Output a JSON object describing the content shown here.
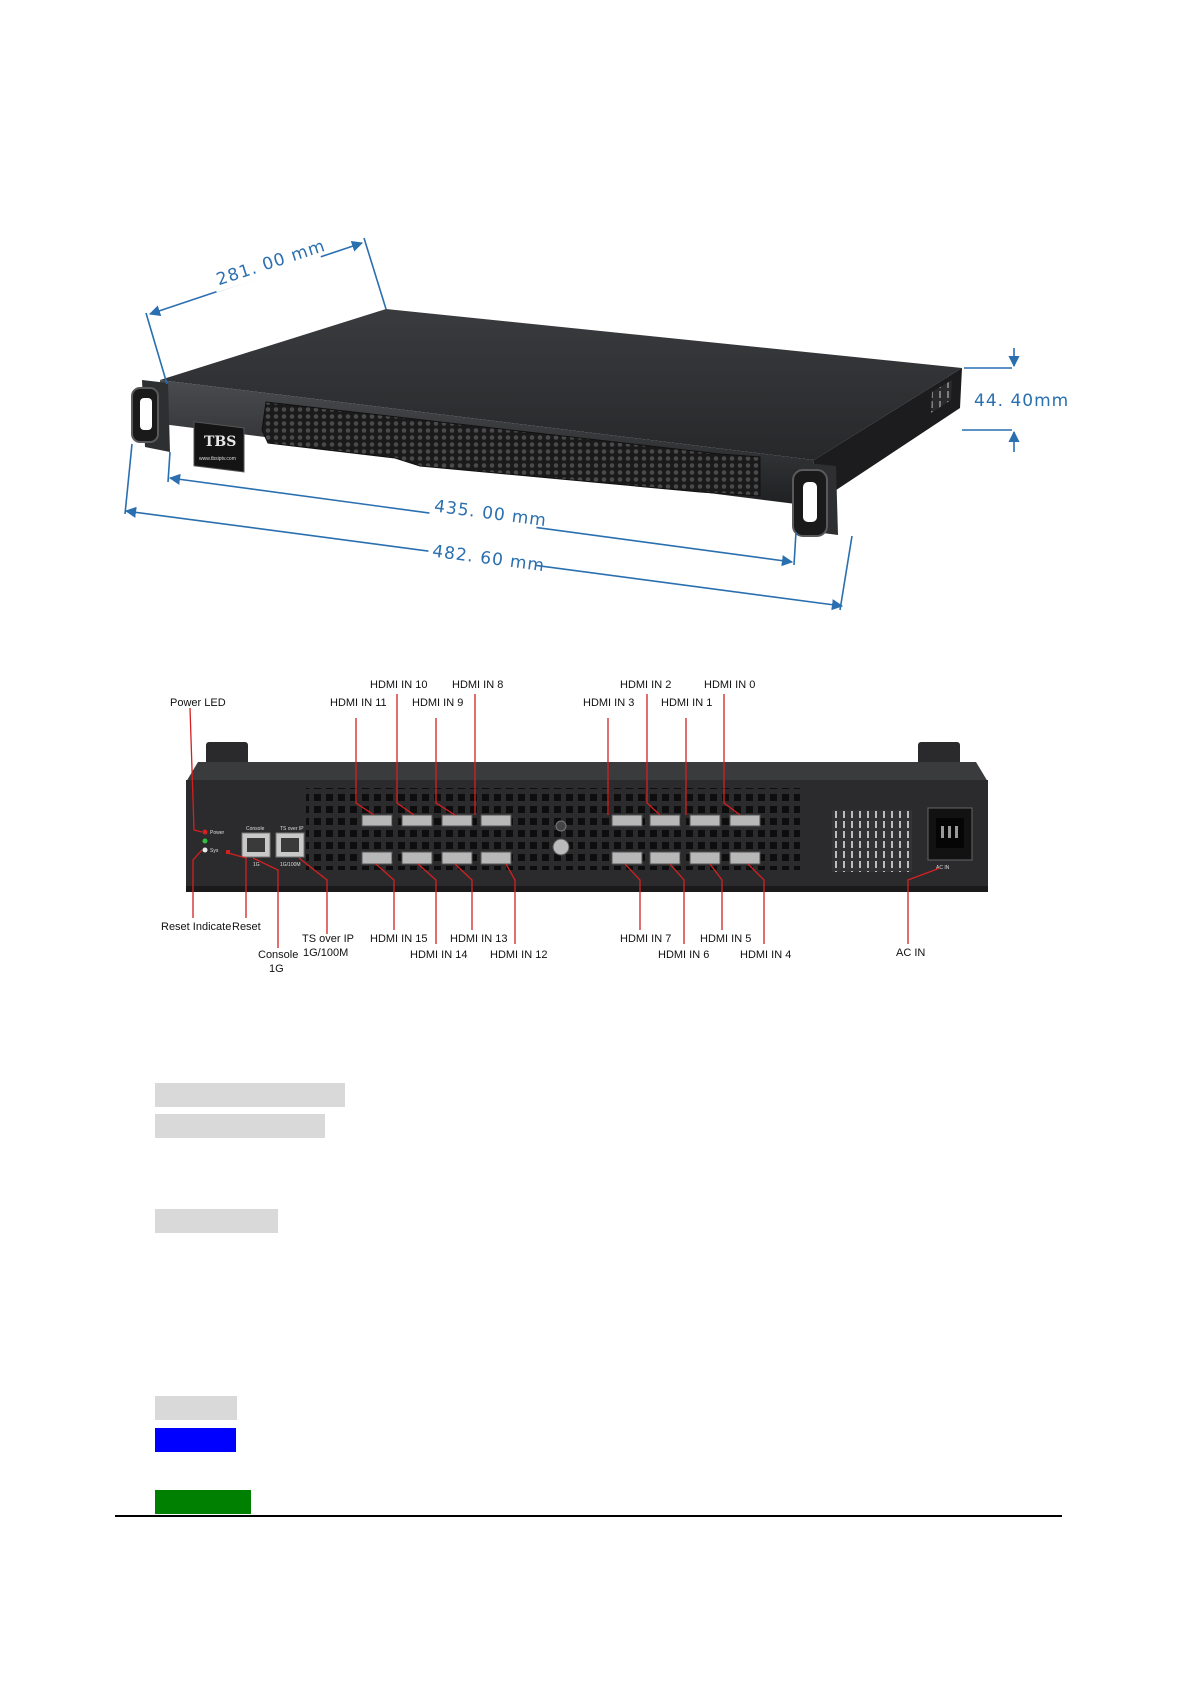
{
  "dimensions": {
    "depth": "281. 00 mm",
    "height": "44. 40mm",
    "width_body": "435. 00 mm",
    "width_total": "482. 60 mm"
  },
  "front_panel": {
    "logo_text": "TBS",
    "url_text": "www.tbsiptv.com"
  },
  "rear_labels": {
    "power_led": "Power LED",
    "reset_indicate": "Reset Indicate",
    "reset": "Reset",
    "console": "Console",
    "console_speed": "1G",
    "ts_over_ip": "TS over IP",
    "ts_speed": "1G/100M",
    "ac_in": "AC IN",
    "hdmi_in_0": "HDMI IN 0",
    "hdmi_in_1": "HDMI IN 1",
    "hdmi_in_2": "HDMI IN 2",
    "hdmi_in_3": "HDMI IN 3",
    "hdmi_in_4": "HDMI IN 4",
    "hdmi_in_5": "HDMI IN 5",
    "hdmi_in_6": "HDMI IN 6",
    "hdmi_in_7": "HDMI IN 7",
    "hdmi_in_8": "HDMI IN 8",
    "hdmi_in_9": "HDMI IN 9",
    "hdmi_in_10": "HDMI IN 10",
    "hdmi_in_11": "HDMI IN 11",
    "hdmi_in_12": "HDMI IN 12",
    "hdmi_in_13": "HDMI IN 13",
    "hdmi_in_14": "HDMI IN 14",
    "hdmi_in_15": "HDMI IN 15"
  },
  "panel_print": {
    "power": "Power",
    "sys": "Sys",
    "console": "Console",
    "ts_over_ip": "TS over IP",
    "console_speed": "1G",
    "ts_speed": "1G/100M",
    "ac_in": "AC IN"
  },
  "colors": {
    "dimension_line": "#2a6fb0",
    "callout_line": "#d42020",
    "chassis": "#2b2b2d",
    "bar_gray": "#d9d9d9",
    "bar_blue": "#0000ff",
    "bar_green": "#008000"
  }
}
